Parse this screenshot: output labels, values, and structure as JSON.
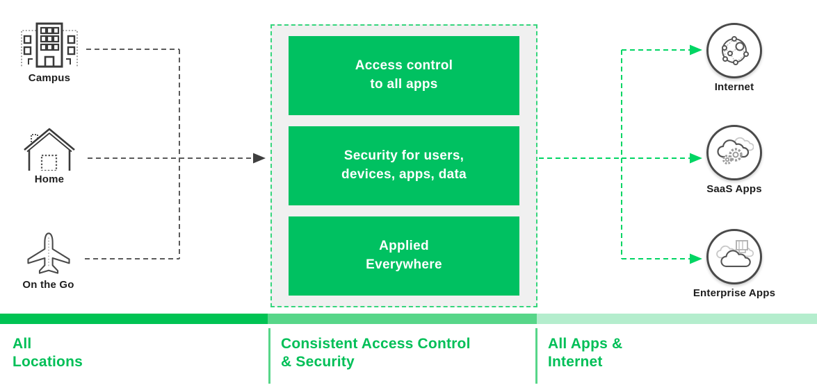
{
  "palette": {
    "green": "#00c161",
    "green-bright": "#00d563",
    "green-border": "#35d57c",
    "green-text": "#00bf57",
    "bar-1": "#00c353",
    "bar-2": "#57d689",
    "bar-3": "#b4edcd",
    "panel-bg": "#f0f0f0",
    "ink": "#1d1d1d",
    "line-gray": "#5a5a5a"
  },
  "left": {
    "items": [
      {
        "id": "campus",
        "label": "Campus",
        "icon": "campus-building-icon"
      },
      {
        "id": "home",
        "label": "Home",
        "icon": "home-icon"
      },
      {
        "id": "on-the-go",
        "label": "On the Go",
        "icon": "airplane-icon"
      }
    ]
  },
  "center": {
    "boxes": [
      {
        "text": "Access control\nto all apps"
      },
      {
        "text": "Security for users,\ndevices, apps, data"
      },
      {
        "text": "Applied\nEverywhere"
      }
    ]
  },
  "right": {
    "items": [
      {
        "id": "internet",
        "label": "Internet",
        "icon": "internet-network-icon"
      },
      {
        "id": "saas-apps",
        "label": "SaaS Apps",
        "icon": "cloud-gears-icon"
      },
      {
        "id": "enterprise-apps",
        "label": "Enterprise Apps",
        "icon": "cloud-server-icon"
      }
    ]
  },
  "footer": {
    "sections": [
      {
        "label": "All\nLocations"
      },
      {
        "label": "Consistent Access Control\n& Security"
      },
      {
        "label": "All Apps &\nInternet"
      }
    ]
  }
}
